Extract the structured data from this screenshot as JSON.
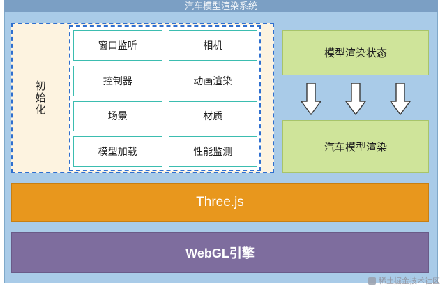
{
  "title_bar": {
    "text": "汽车模型渲染系统"
  },
  "init_group": {
    "label": "初始化"
  },
  "modules": [
    {
      "label": "窗口监听"
    },
    {
      "label": "相机"
    },
    {
      "label": "控制器"
    },
    {
      "label": "动画渲染"
    },
    {
      "label": "场景"
    },
    {
      "label": "材质"
    },
    {
      "label": "模型加载"
    },
    {
      "label": "性能监测"
    }
  ],
  "right_column": {
    "top_box": "模型渲染状态",
    "bottom_box": "汽车模型渲染",
    "arrow_count": 3
  },
  "layers": {
    "threejs": "Three.js",
    "webgl": "WebGL引擎"
  },
  "watermark": {
    "text": "稀土掘金技术社区"
  },
  "colors": {
    "panel": "#a9cbe8",
    "title_bar": "#7b9fc4",
    "init_bg": "#fdf3e0",
    "dashed_border": "#2f6fcf",
    "module_border": "#3bbdb0",
    "green": "#cfe49a",
    "orange": "#e8971d",
    "purple": "#7e6d9e"
  }
}
